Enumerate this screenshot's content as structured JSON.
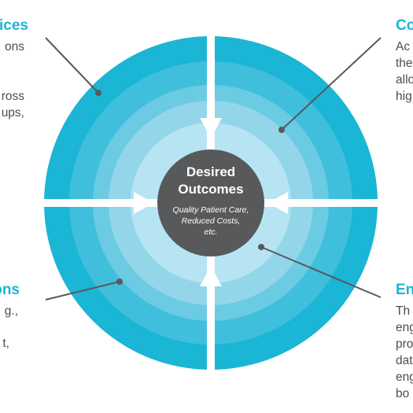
{
  "colors": {
    "ring_outer": "#1bb5d5",
    "ring_2": "#3fbfdc",
    "ring_3": "#6bcbe3",
    "ring_4": "#93d6ea",
    "ring_inner": "#b7e4f2",
    "core": "#58595b",
    "heading": "#1bb5d5",
    "body_text": "#4d4d4f",
    "connector": "#58595b"
  },
  "center": {
    "title_line1": "Desired",
    "title_line2": "Outcomes",
    "sub_line1": "Quality Patient Care,",
    "sub_line2": "Reduced Costs,",
    "sub_line3": "etc."
  },
  "top_left": {
    "heading": "ices",
    "lines": [
      "ons",
      "",
      "ross",
      "ups,"
    ]
  },
  "top_right": {
    "heading": "Co",
    "lines": [
      "Ac",
      "the",
      "allo",
      "hig"
    ]
  },
  "bottom_left": {
    "heading": "ons",
    "lines": [
      "g.,",
      "",
      "t,"
    ]
  },
  "bottom_right": {
    "heading": "En",
    "lines": [
      "Th",
      "eng",
      "pro",
      "dat",
      "eng",
      "bo"
    ]
  }
}
